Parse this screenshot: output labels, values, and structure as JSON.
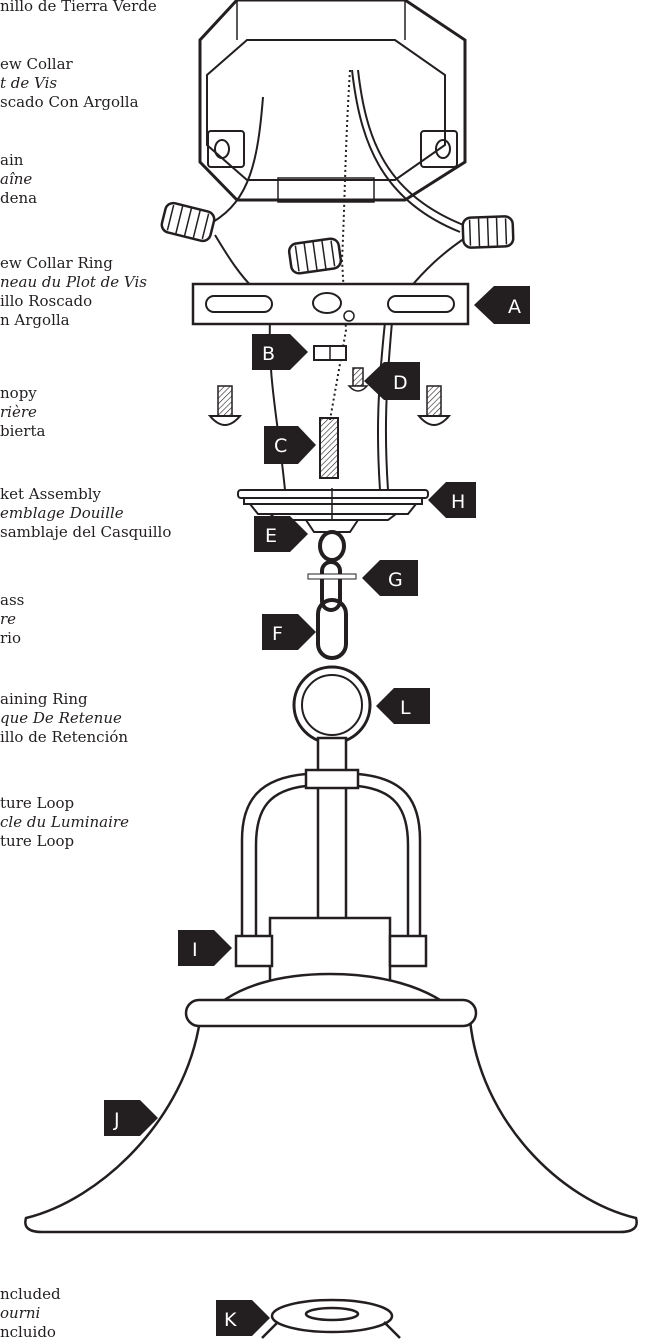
{
  "legend": {
    "ground_screw": "nillo de Tierra Verde",
    "screw_collar": {
      "en": "ew Collar",
      "fr": "t de Vis",
      "es": "scado Con Argolla"
    },
    "chain": {
      "en": "ain",
      "fr": "aîne",
      "es": "dena"
    },
    "collar_ring": {
      "en": "ew Collar Ring",
      "fr": "neau du Plot de Vis",
      "es": "illo Roscado",
      "es2": "n Argolla"
    },
    "canopy": {
      "en": "nopy",
      "fr": "rière",
      "es": "bierta"
    },
    "socket": {
      "en": "ket Assembly",
      "fr": "emblage Douille",
      "es": "samblaje del Casquillo"
    },
    "glass": {
      "en": "ass",
      "fr": "re",
      "es": "rio"
    },
    "retaining": {
      "en": "aining Ring",
      "fr": "que De Retenue",
      "es": "illo de Retención"
    },
    "loop": {
      "en": "ture Loop",
      "fr": "cle du Luminaire",
      "es": "ture Loop"
    },
    "included": {
      "en": "ncluded",
      "fr": "ourni",
      "es": "ncluido"
    }
  },
  "callouts": {
    "A": "A",
    "B": "B",
    "C": "C",
    "D": "D",
    "E": "E",
    "F": "F",
    "G": "G",
    "H": "H",
    "I": "I",
    "J": "J",
    "K": "K",
    "L": "L"
  },
  "colors": {
    "ink": "#231f20",
    "paper": "#ffffff"
  }
}
